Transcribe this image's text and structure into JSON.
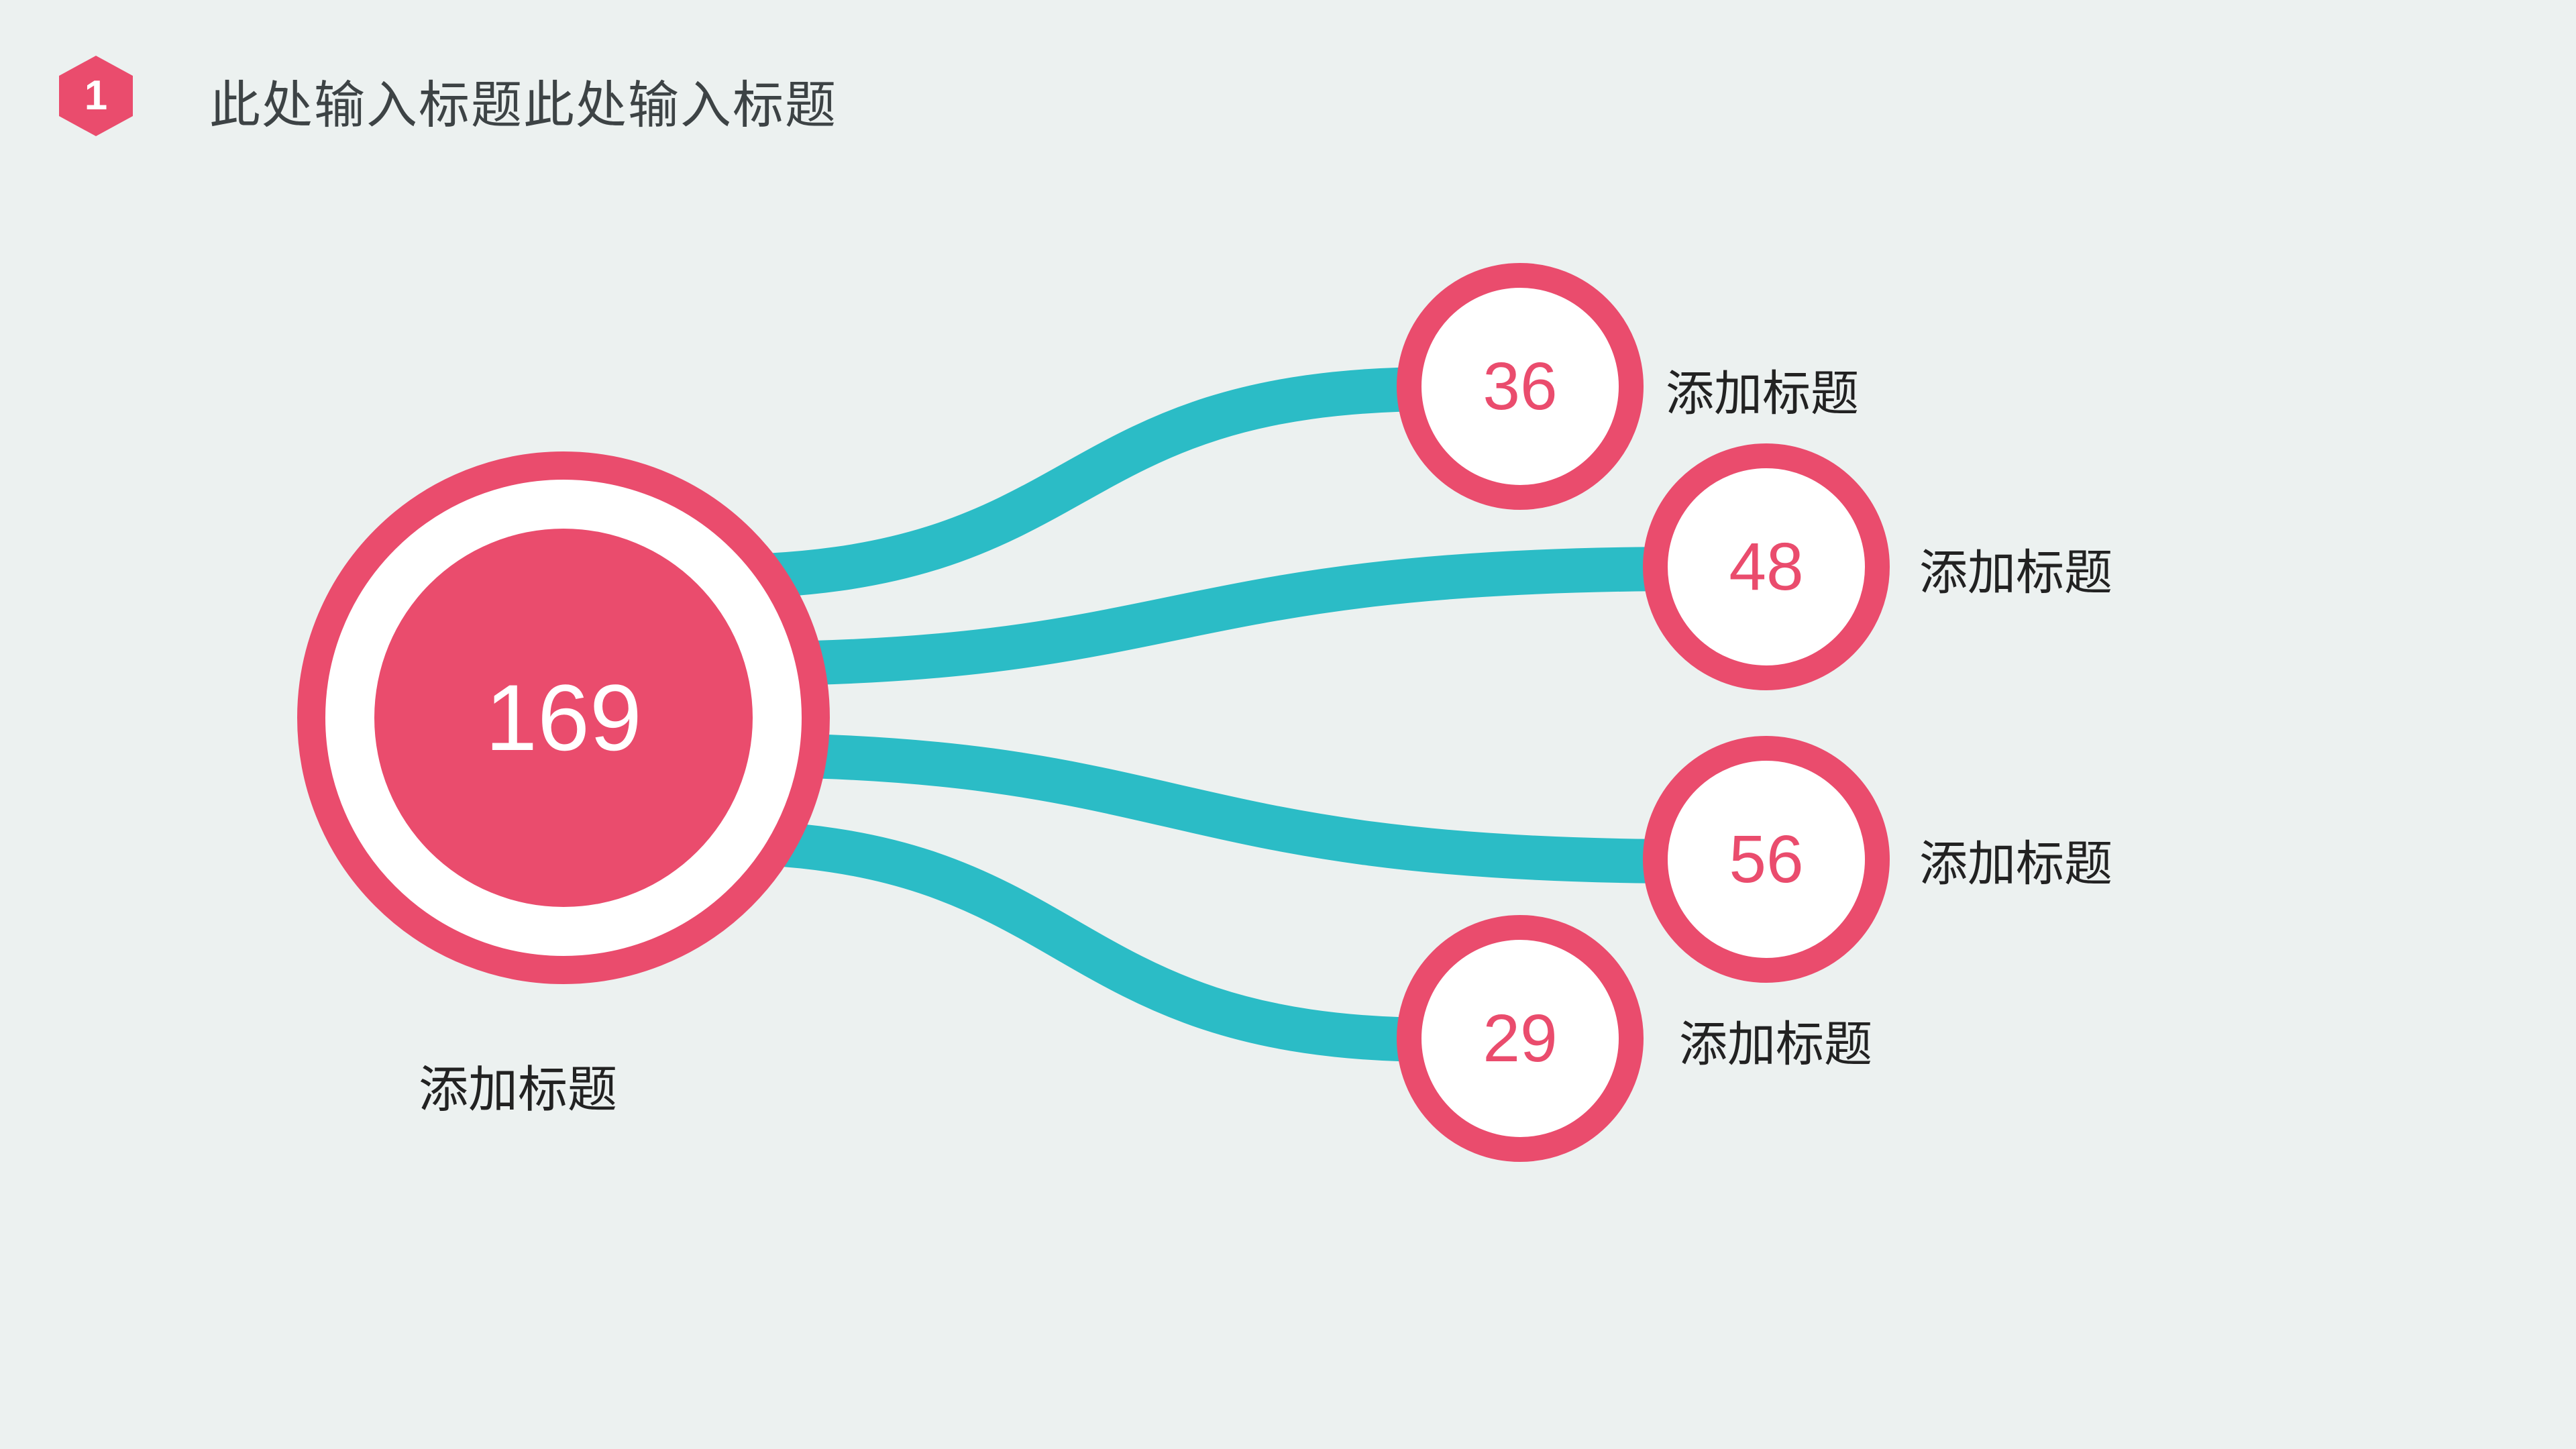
{
  "slide": {
    "badge": "1",
    "title": "此处输入标题此处输入标题"
  },
  "center": {
    "value": "169",
    "label": "添加标题"
  },
  "nodes": [
    {
      "value": "36",
      "label": "添加标题"
    },
    {
      "value": "48",
      "label": "添加标题"
    },
    {
      "value": "56",
      "label": "添加标题"
    },
    {
      "value": "29",
      "label": "添加标题"
    }
  ],
  "colors": {
    "pink": "#EA4C6D",
    "teal": "#2BBCC6",
    "bg": "#ECF1F0",
    "title-text": "#3D4345",
    "label-text": "#222222"
  }
}
